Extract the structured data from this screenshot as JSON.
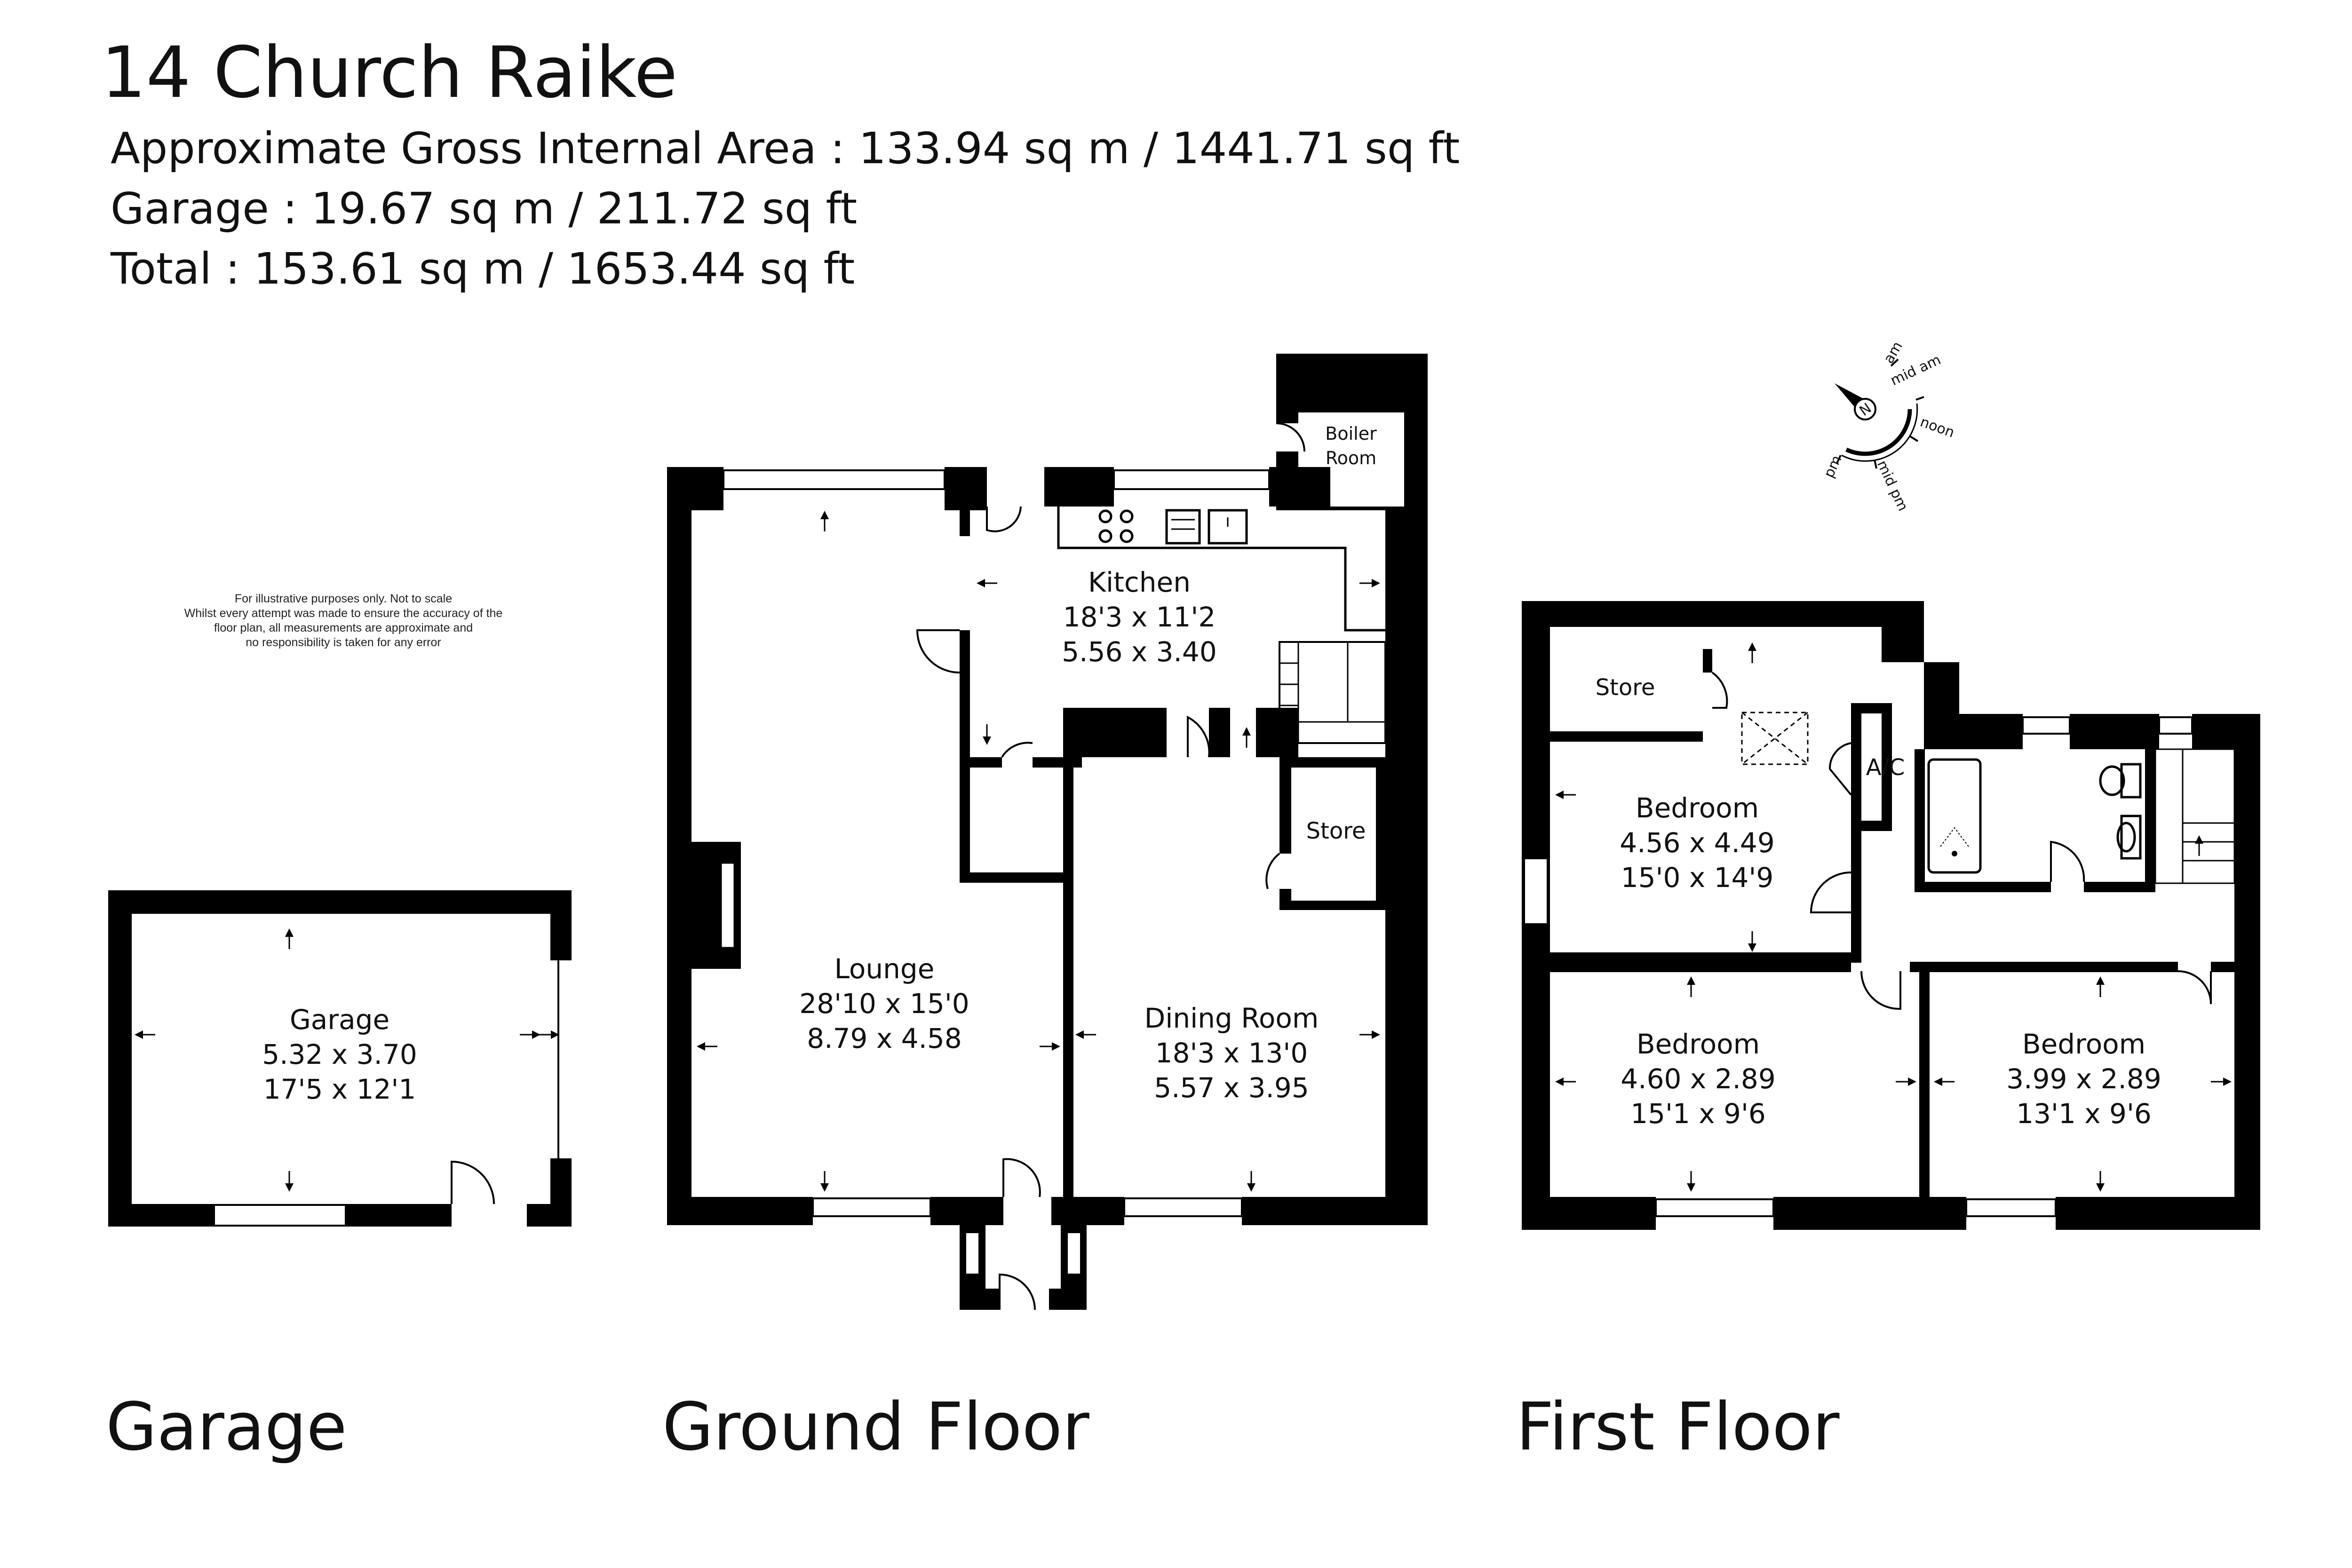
{
  "header": {
    "title": "14 Church Raike",
    "internal_area": "Approximate Gross Internal Area : 133.94 sq m / 1441.71 sq ft",
    "garage_area": "Garage : 19.67 sq m / 211.72 sq ft",
    "total_area": "Total : 153.61 sq m / 1653.44 sq ft"
  },
  "disclaimer": {
    "line1": "For illustrative purposes only. Not to scale",
    "line2": "Whilst every attempt was made to ensure the accuracy of the",
    "line3": "floor plan, all measurements are approximate and",
    "line4": "no responsibility is taken for any error"
  },
  "compass": {
    "north": "N",
    "am": "am",
    "mid_am": "mid am",
    "noon": "noon",
    "mid_pm": "mid pm",
    "pm": "pm"
  },
  "floors": {
    "garage": "Garage",
    "ground": "Ground Floor",
    "first": "First Floor"
  },
  "rooms": {
    "garage": {
      "name": "Garage",
      "metric": "5.32 x 3.70",
      "imperial": "17'5 x 12'1"
    },
    "lounge": {
      "name": "Lounge",
      "imperial": "28'10 x 15'0",
      "metric": "8.79 x 4.58"
    },
    "kitchen": {
      "name": "Kitchen",
      "imperial": "18'3 x 11'2",
      "metric": "5.56 x 3.40"
    },
    "dining": {
      "name": "Dining Room",
      "imperial": "18'3 x 13'0",
      "metric": "5.57 x 3.95"
    },
    "boiler": {
      "line1": "Boiler",
      "line2": "Room"
    },
    "ground_store": {
      "name": "Store"
    },
    "first_store": {
      "name": "Store"
    },
    "ac": {
      "name": "A/C"
    },
    "bedroom1": {
      "name": "Bedroom",
      "metric": "4.56 x 4.49",
      "imperial": "15'0 x 14'9"
    },
    "bedroom2": {
      "name": "Bedroom",
      "metric": "4.60 x 2.89",
      "imperial": "15'1 x 9'6"
    },
    "bedroom3": {
      "name": "Bedroom",
      "metric": "3.99 x 2.89",
      "imperial": "13'1 x 9'6"
    }
  }
}
